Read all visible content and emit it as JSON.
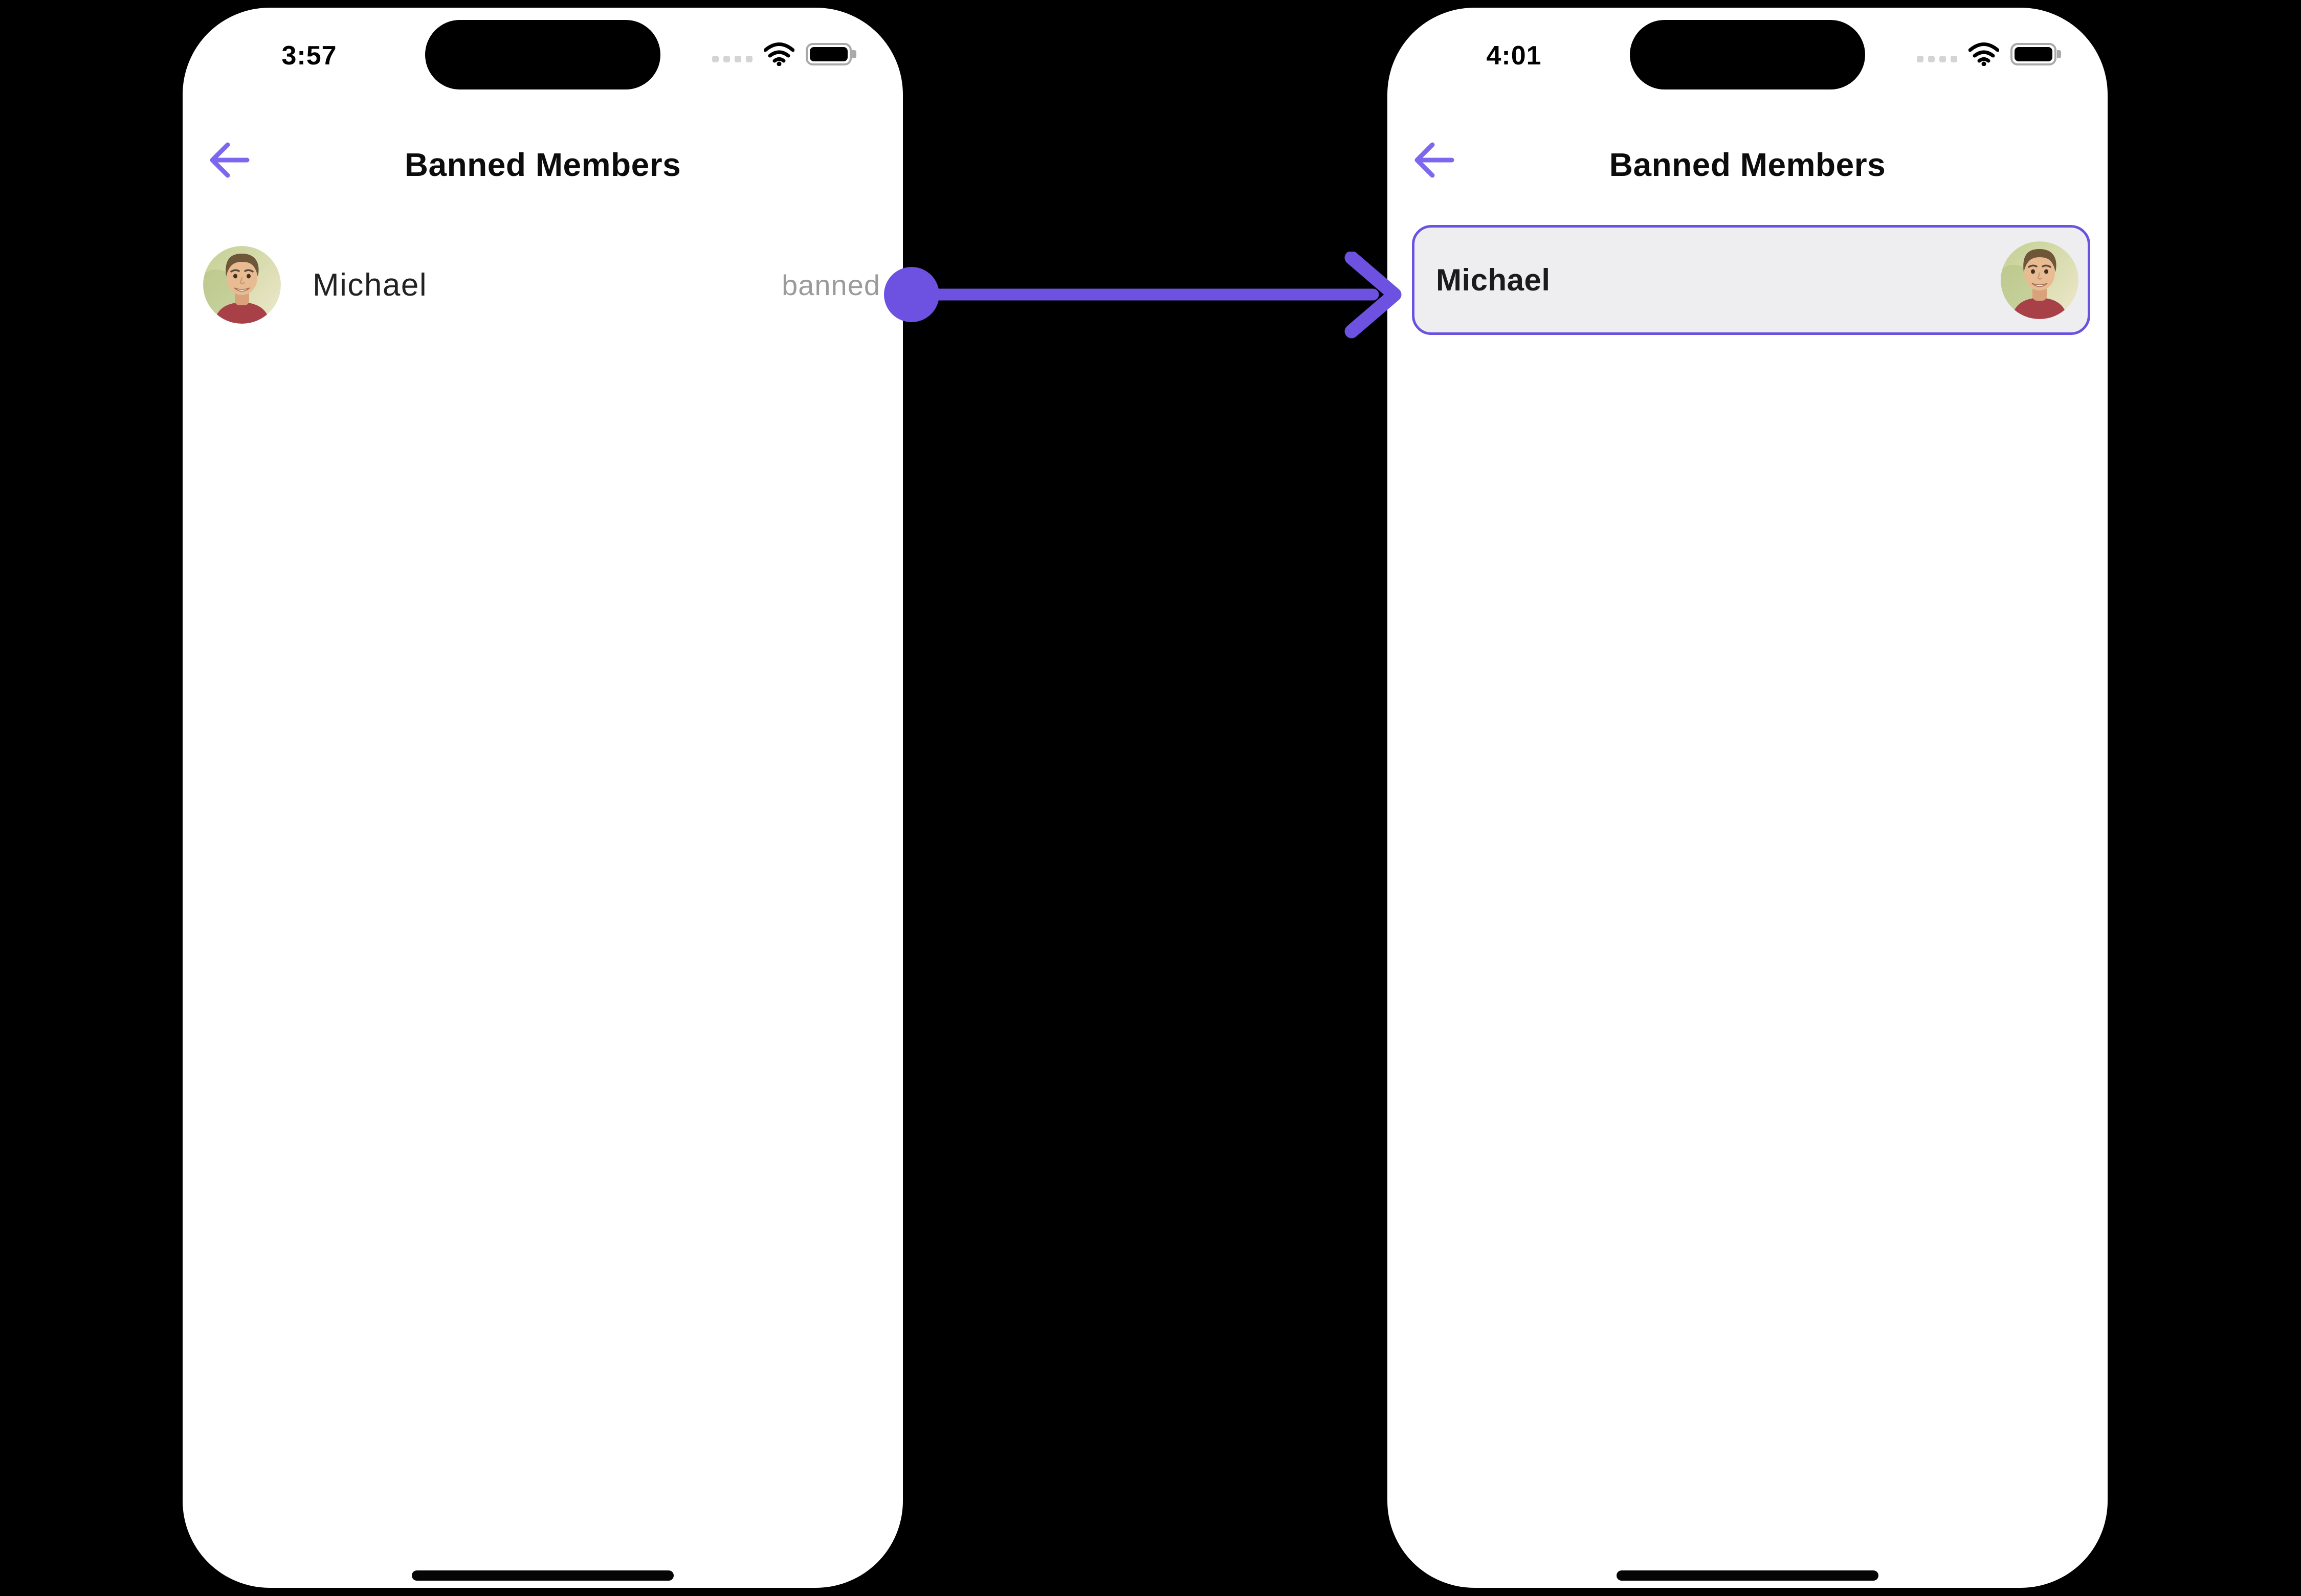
{
  "colors": {
    "background": "#000000",
    "phone_body": "#ffffff",
    "accent_purple": "#6d51e1",
    "back_arrow_purple": "#7b68ee",
    "selected_row_border": "#6b51e0",
    "selected_row_fill": "#eeeef0",
    "muted_label_gray": "#9b9b9b",
    "title_text": "#0c0c0c"
  },
  "left_screen": {
    "status_bar": {
      "time": "3:57",
      "cellular_icon": "cellular-signal-dots-icon",
      "wifi_icon": "wifi-icon",
      "battery_icon": "battery-icon"
    },
    "header": {
      "back_icon": "arrow-left-icon",
      "title": "Banned Members"
    },
    "member_list": [
      {
        "name": "Michael",
        "status_label": "banned",
        "avatar_icon": "michael-avatar"
      }
    ]
  },
  "right_screen": {
    "status_bar": {
      "time": "4:01",
      "cellular_icon": "cellular-signal-dots-icon",
      "wifi_icon": "wifi-icon",
      "battery_icon": "battery-icon"
    },
    "header": {
      "back_icon": "arrow-left-icon",
      "title": "Banned Members"
    },
    "member_list": [
      {
        "name": "Michael",
        "state": "selected",
        "avatar_icon": "michael-avatar"
      }
    ]
  },
  "annotation": {
    "connector_icon": "dot-line-arrow-right"
  }
}
